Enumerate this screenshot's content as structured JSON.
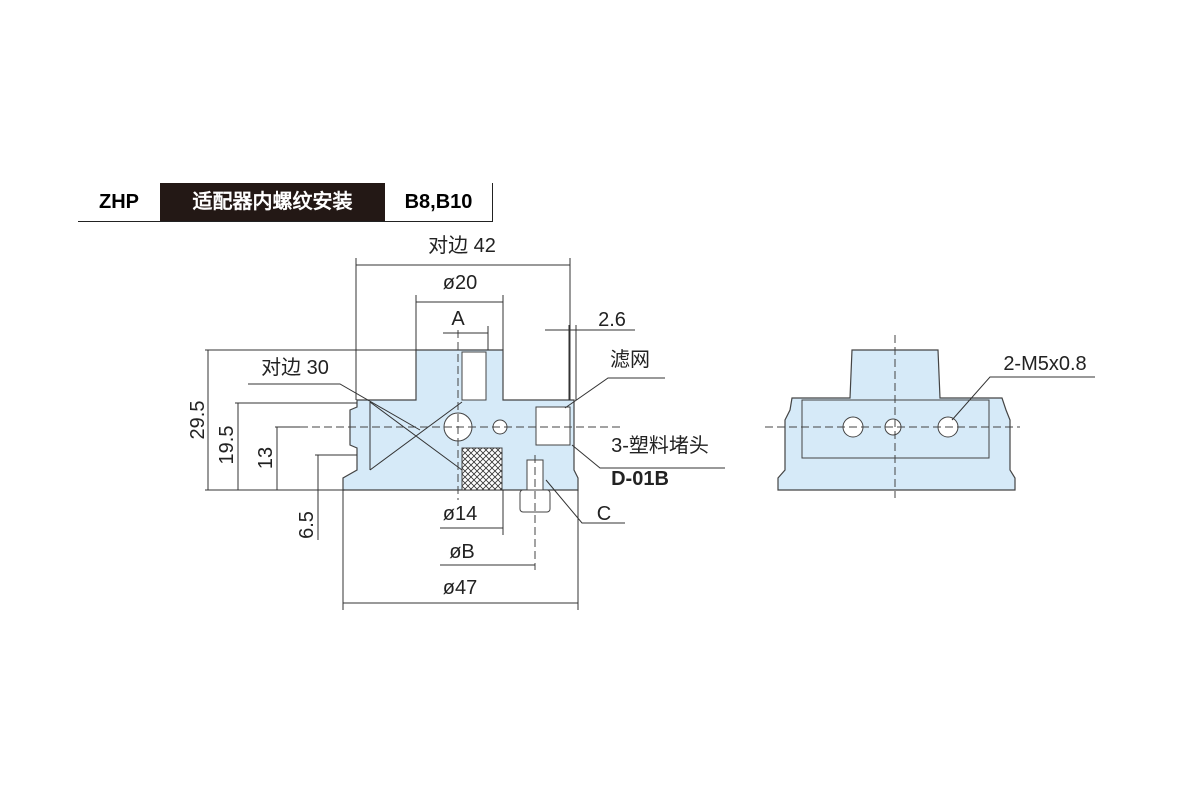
{
  "header": {
    "model": "ZHP",
    "title": "适配器内螺纹安装",
    "sizes": "B8,B10"
  },
  "dimensions": {
    "across_flats_42": "对边 42",
    "dia_20": "ø20",
    "a": "A",
    "dim_2_6": "2.6",
    "filter": "滤网",
    "across_flats_30": "对边 30",
    "h_29_5": "29.5",
    "h_19_5": "19.5",
    "h_13": "13",
    "h_6_5": "6.5",
    "plug": "3-塑料堵头",
    "plug_model": "D-01B",
    "dia_14": "ø14",
    "dia_b": "øB",
    "c": "C",
    "dia_47": "ø47",
    "thread": "2-M5x0.8"
  },
  "colors": {
    "part_fill": "#d6eaf8",
    "header_bg": "#231815"
  }
}
